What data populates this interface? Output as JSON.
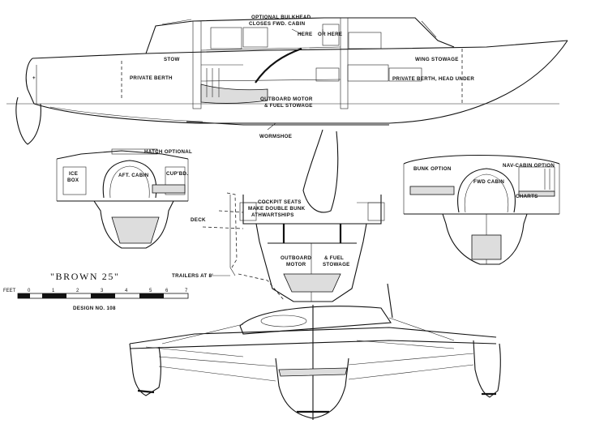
{
  "labels": {
    "optional_bulkhead": "OPTIONAL BULKHEAD",
    "closes_fwd_cabin": "CLOSES FWD. CABIN",
    "here": "HERE",
    "or_here": "OR HERE",
    "stow": "STOW",
    "private_berth": "PRIVATE BERTH",
    "wing_stowage": "WING STOWAGE",
    "private_berth_head_under": "PRIVATE BERTH, HEAD UNDER",
    "outboard_motor_fuel_stowage_1": "OUTBOARD MOTOR",
    "outboard_motor_fuel_stowage_2": "& FUEL STOWAGE",
    "wormshoe": "WORMSHOE",
    "hatch_optional": "HATCH OPTIONAL",
    "ice": "ICE",
    "box": "BOX",
    "aft_cabin": "AFT. CABIN",
    "cupbd": "CUP'BD.",
    "bunk_option": "BUNK OPTION",
    "nav_cabin_option": "NAV-CABIN OPTION",
    "fwd_cabin": "FWD CABIN",
    "charts": "CHARTS",
    "cockpit_seats_1": "COCKPIT SEATS",
    "cockpit_seats_2": "MAKE DOUBLE BUNK",
    "cockpit_seats_3": "ATHWARTSHIPS",
    "deck": "DECK",
    "outboard": "OUTBOARD",
    "motor": "MOTOR",
    "and_fuel": "& FUEL",
    "stowage": "STOWAGE",
    "trailers_at": "TRAILERS AT 8'"
  },
  "title": {
    "name": "\"BROWN 25\"",
    "design_no": "DESIGN NO. 108"
  },
  "scale": {
    "unit": "FEET",
    "ticks": [
      "0",
      "1",
      "2",
      "3",
      "4",
      "5",
      "6",
      "7"
    ]
  }
}
